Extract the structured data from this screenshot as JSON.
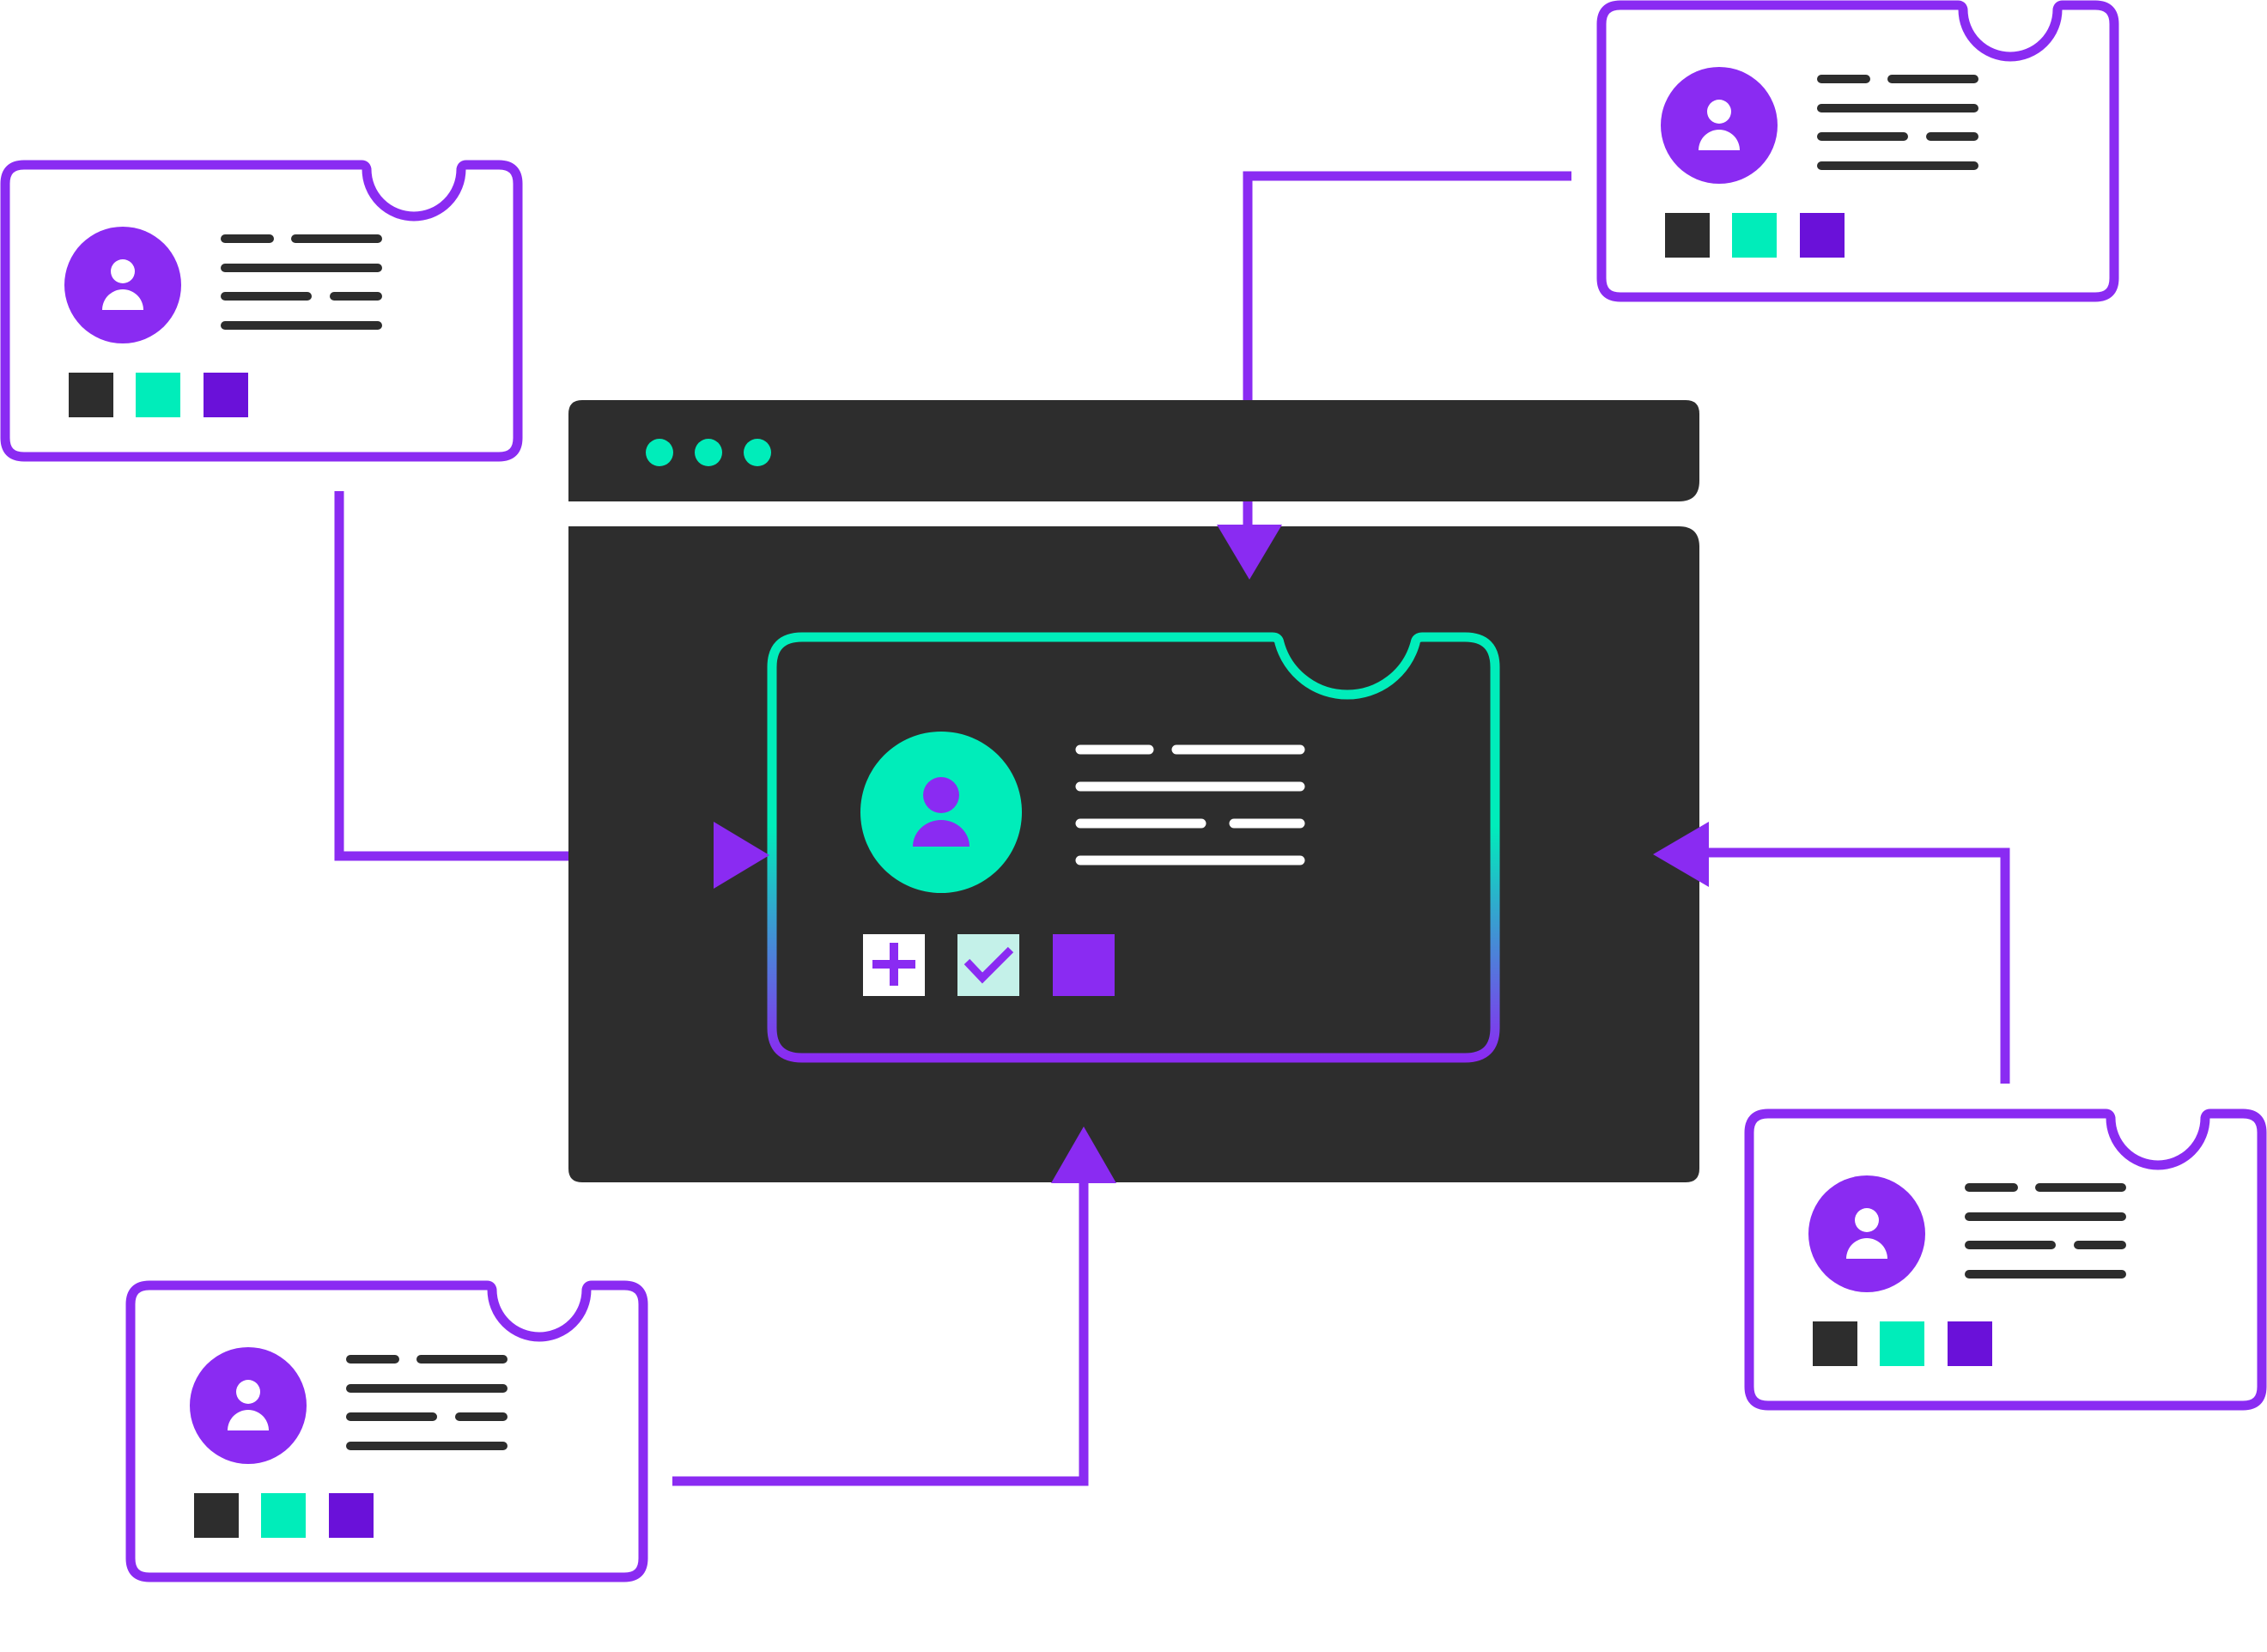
{
  "colors": {
    "purple": "#8A2BF2",
    "purple_dark": "#6A11D9",
    "mint": "#00EDBA",
    "mint_light": "#C4F1E9",
    "dark": "#2D2D2D",
    "white": "#FFFFFF"
  },
  "browser_window": {
    "title_dots": 3,
    "dot_color": "mint"
  },
  "center_card": {
    "avatar": "user-icon",
    "swatches": [
      "add-icon",
      "check-icon",
      "color-swatch"
    ]
  },
  "source_cards": [
    {
      "id": "top-left",
      "avatar": "user-icon",
      "swatches": [
        "dark",
        "mint",
        "purple_dark"
      ]
    },
    {
      "id": "top-right",
      "avatar": "user-icon",
      "swatches": [
        "dark",
        "mint",
        "purple_dark"
      ]
    },
    {
      "id": "bottom-right",
      "avatar": "user-icon",
      "swatches": [
        "dark",
        "mint",
        "purple_dark"
      ]
    },
    {
      "id": "bottom-left",
      "avatar": "user-icon",
      "swatches": [
        "dark",
        "mint",
        "purple_dark"
      ]
    }
  ],
  "connectors": [
    {
      "from": "top-left",
      "to": "center-card",
      "arrow": "right"
    },
    {
      "from": "top-right",
      "to": "center-card",
      "arrow": "down"
    },
    {
      "from": "bottom-right",
      "to": "center-card",
      "arrow": "left"
    },
    {
      "from": "bottom-left",
      "to": "center-card",
      "arrow": "up"
    }
  ]
}
